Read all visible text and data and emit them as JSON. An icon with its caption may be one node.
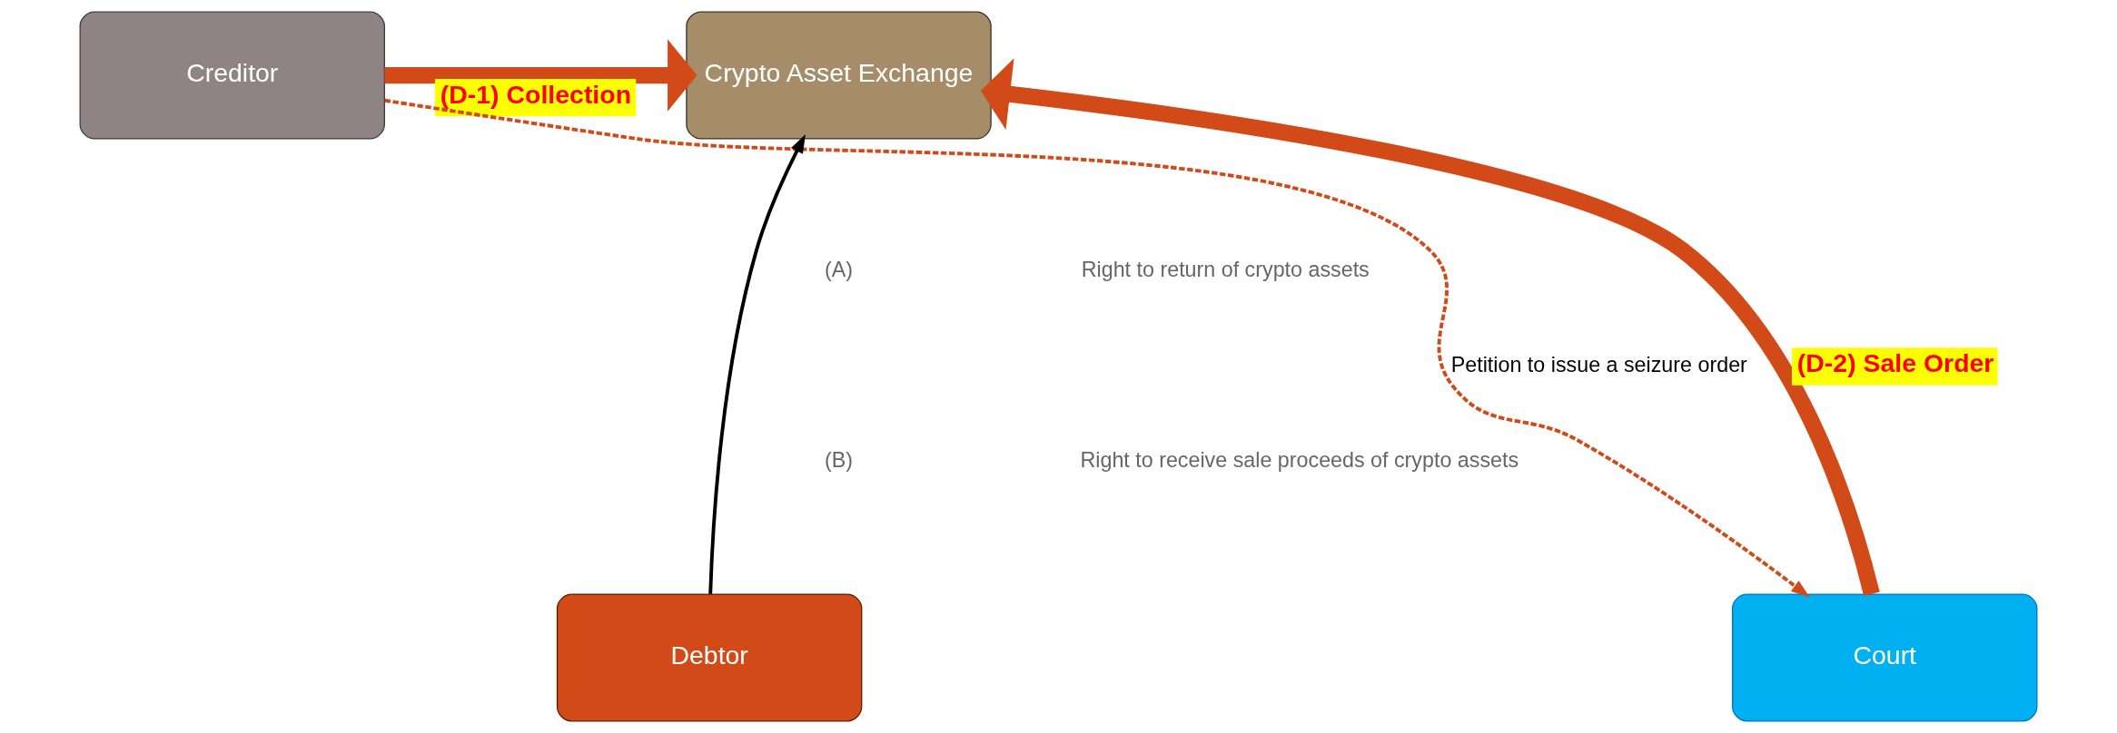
{
  "diagram": {
    "nodes": [
      {
        "text": [
          "Crypto Asset Exchange"
        ]
      },
      {
        "text": [
          "Creditor"
        ]
      },
      {
        "text": [
          "Debtor"
        ]
      },
      {
        "text": [
          "Court"
        ]
      }
    ],
    "edges": [
      {
        "from": 1,
        "to": 0,
        "arrow": "to",
        "label": "(D-1) Collection",
        "style": "thick"
      },
      {
        "from": 2,
        "to": 0,
        "arrow": "to",
        "color": "#000000"
      },
      {
        "from": 1,
        "to": 3,
        "arrow": "to",
        "label": "Petition to issue a seizure order",
        "style": "dashed"
      },
      {
        "from": 3,
        "to": 0,
        "arrow": "to",
        "label": "(D-2) Sale Order",
        "style": "thick"
      }
    ],
    "labels": [
      "(A)",
      "Right to return of crypto assets",
      "(B)",
      "Right to receive sale proceeds of crypto assets"
    ]
  }
}
